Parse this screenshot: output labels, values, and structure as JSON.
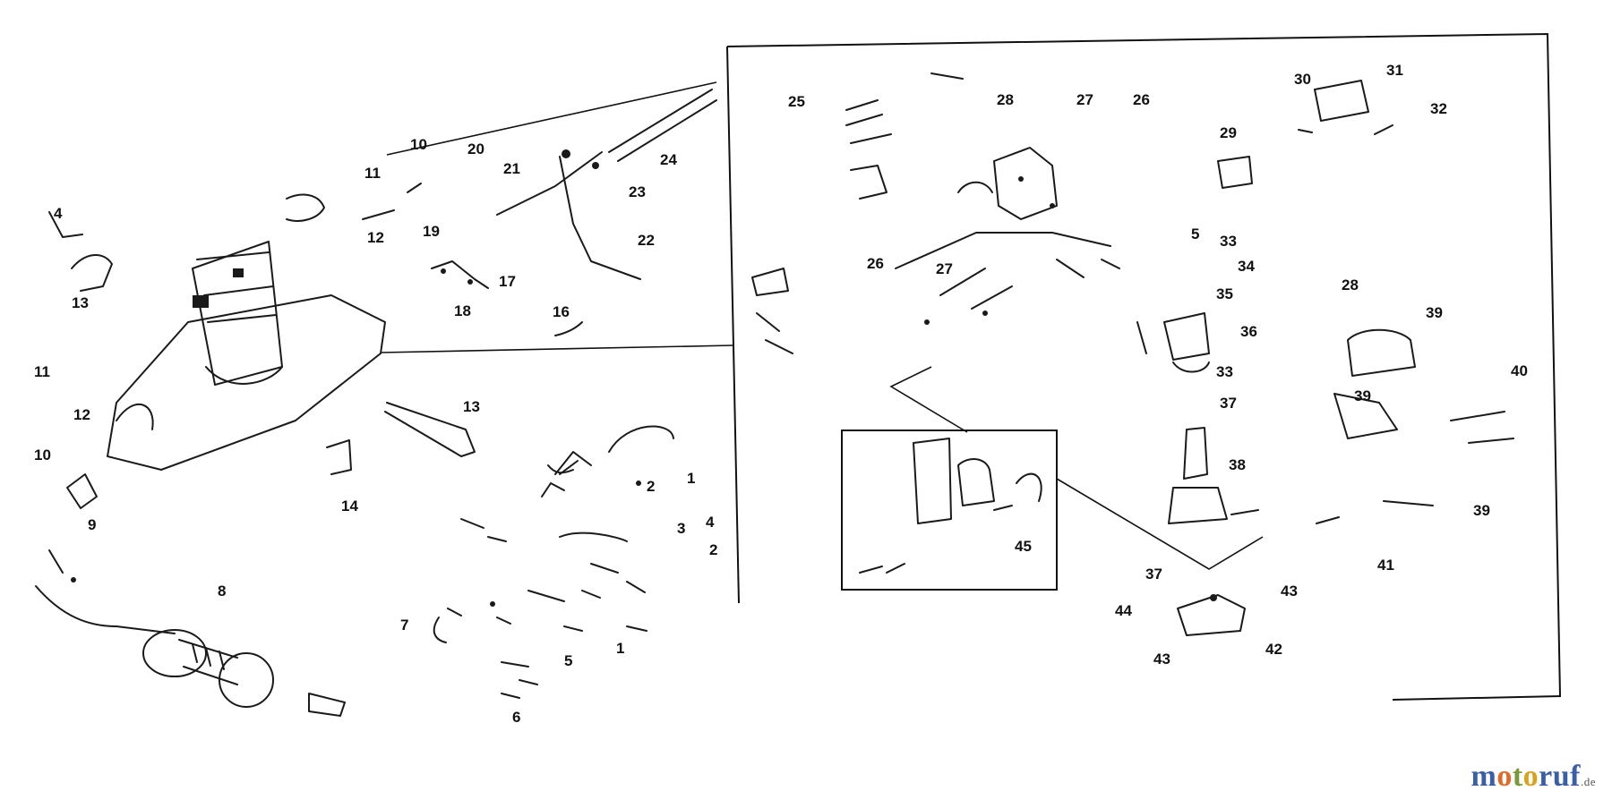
{
  "diagram": {
    "labels": [
      {
        "id": "l-4",
        "text": "4"
      },
      {
        "id": "l-13a",
        "text": "13"
      },
      {
        "id": "l-11a",
        "text": "11"
      },
      {
        "id": "l-12a",
        "text": "12"
      },
      {
        "id": "l-10a",
        "text": "10"
      },
      {
        "id": "l-9",
        "text": "9"
      },
      {
        "id": "l-10b",
        "text": "10"
      },
      {
        "id": "l-11b",
        "text": "11"
      },
      {
        "id": "l-12b",
        "text": "12"
      },
      {
        "id": "l-20",
        "text": "20"
      },
      {
        "id": "l-21",
        "text": "21"
      },
      {
        "id": "l-24",
        "text": "24"
      },
      {
        "id": "l-23",
        "text": "23"
      },
      {
        "id": "l-22",
        "text": "22"
      },
      {
        "id": "l-19",
        "text": "19"
      },
      {
        "id": "l-17",
        "text": "17"
      },
      {
        "id": "l-18",
        "text": "18"
      },
      {
        "id": "l-16",
        "text": "16"
      },
      {
        "id": "l-13b",
        "text": "13"
      },
      {
        "id": "l-14",
        "text": "14"
      },
      {
        "id": "l-8",
        "text": "8"
      },
      {
        "id": "l-1a",
        "text": "1"
      },
      {
        "id": "l-2a",
        "text": "2"
      },
      {
        "id": "l-3",
        "text": "3"
      },
      {
        "id": "l-4b",
        "text": "4"
      },
      {
        "id": "l-2b",
        "text": "2"
      },
      {
        "id": "l-7",
        "text": "7"
      },
      {
        "id": "l-5a",
        "text": "5"
      },
      {
        "id": "l-1b",
        "text": "1"
      },
      {
        "id": "l-6",
        "text": "6"
      },
      {
        "id": "l-25",
        "text": "25"
      },
      {
        "id": "l-28a",
        "text": "28"
      },
      {
        "id": "l-27a",
        "text": "27"
      },
      {
        "id": "l-26a",
        "text": "26"
      },
      {
        "id": "l-29",
        "text": "29"
      },
      {
        "id": "l-30",
        "text": "30"
      },
      {
        "id": "l-31",
        "text": "31"
      },
      {
        "id": "l-32",
        "text": "32"
      },
      {
        "id": "l-26b",
        "text": "26"
      },
      {
        "id": "l-27b",
        "text": "27"
      },
      {
        "id": "l-5b",
        "text": "5"
      },
      {
        "id": "l-33a",
        "text": "33"
      },
      {
        "id": "l-34",
        "text": "34"
      },
      {
        "id": "l-35",
        "text": "35"
      },
      {
        "id": "l-36",
        "text": "36"
      },
      {
        "id": "l-33b",
        "text": "33"
      },
      {
        "id": "l-37a",
        "text": "37"
      },
      {
        "id": "l-38",
        "text": "38"
      },
      {
        "id": "l-28b",
        "text": "28"
      },
      {
        "id": "l-39a",
        "text": "39"
      },
      {
        "id": "l-39b",
        "text": "39"
      },
      {
        "id": "l-40",
        "text": "40"
      },
      {
        "id": "l-39c",
        "text": "39"
      },
      {
        "id": "l-41",
        "text": "41"
      },
      {
        "id": "l-45",
        "text": "45"
      },
      {
        "id": "l-37b",
        "text": "37"
      },
      {
        "id": "l-43a",
        "text": "43"
      },
      {
        "id": "l-44",
        "text": "44"
      },
      {
        "id": "l-42",
        "text": "42"
      },
      {
        "id": "l-43b",
        "text": "43"
      }
    ]
  },
  "watermark": {
    "part1": "m",
    "part2": "o",
    "part3": "t",
    "part4": "o",
    "part5": "ruf",
    "tld": ".de",
    "colors": {
      "m": "#3a5fa8",
      "o1": "#e0692a",
      "t": "#7a9a3a",
      "o2": "#d9a21e",
      "ruf": "#3a5fa8",
      "tld": "#555555"
    }
  }
}
